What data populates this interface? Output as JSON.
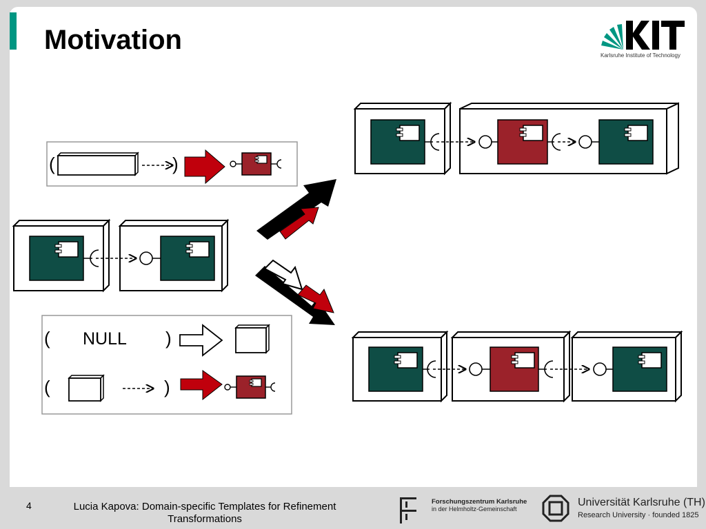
{
  "slide": {
    "title": "Motivation",
    "page_number": "4",
    "footer_text": "Lucia Kapova: Domain-specific Templates for Refinement Transformations"
  },
  "logos": {
    "kit_subtitle": "Karlsruhe Institute of Technology",
    "fzk_line1": "Forschungszentrum Karlsruhe",
    "fzk_line2": "in der Helmholtz-Gemeinschaft",
    "uka_title": "Universität Karlsruhe (TH)",
    "uka_subtitle": "Research University · founded 1825"
  },
  "templates": {
    "top_open": "(",
    "top_close": ")",
    "null_open": "(",
    "null_text": "NULL",
    "null_close": ")",
    "bottom_open": "(",
    "bottom_close": ")"
  },
  "colors": {
    "component_green": "#0f4d45",
    "component_red": "#9b222a",
    "arrow_red": "#c0000c",
    "kit_green": "#009682",
    "accent": "#009682"
  }
}
